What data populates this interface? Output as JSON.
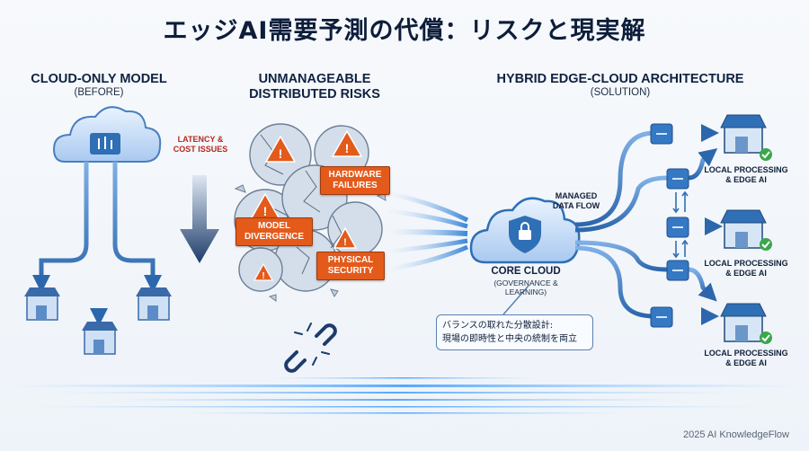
{
  "title": "エッジAI需要予測の代償：リスクと現実解",
  "left": {
    "heading": "CLOUD-ONLY MODEL",
    "sub": "(BEFORE)"
  },
  "middle": {
    "heading_line1": "UNMANAGEABLE",
    "heading_line2": "DISTRIBUTED RISKS"
  },
  "right": {
    "heading": "HYBRID EDGE-CLOUD ARCHITECTURE",
    "sub": "(SOLUTION)"
  },
  "latency": {
    "line1": "LATENCY &",
    "line2": "COST ISSUES"
  },
  "risks": {
    "hardware": [
      "HARDWARE",
      "FAILURES"
    ],
    "model": [
      "MODEL",
      "DIVERGENCE"
    ],
    "physical": [
      "PHYSICAL",
      "SECURITY"
    ]
  },
  "core": {
    "title": "CORE CLOUD",
    "line1": "(GOVERNANCE &",
    "line2": "LEARNING)"
  },
  "managed": {
    "line1": "MANAGED",
    "line2": "DATA FLOW"
  },
  "local": {
    "line1": "LOCAL PROCESSING",
    "line2": "& EDGE AI"
  },
  "callout": {
    "line1": "バランスの取れた分散設計:",
    "line2": "現場の即時性と中央の統制を両立"
  },
  "footer": "2025 AI KnowledgeFlow",
  "colors": {
    "accent": "#2f6fb5",
    "warning": "#e35a1b",
    "arrow_dark": "#1f3f6e",
    "check": "#3aa74a"
  }
}
